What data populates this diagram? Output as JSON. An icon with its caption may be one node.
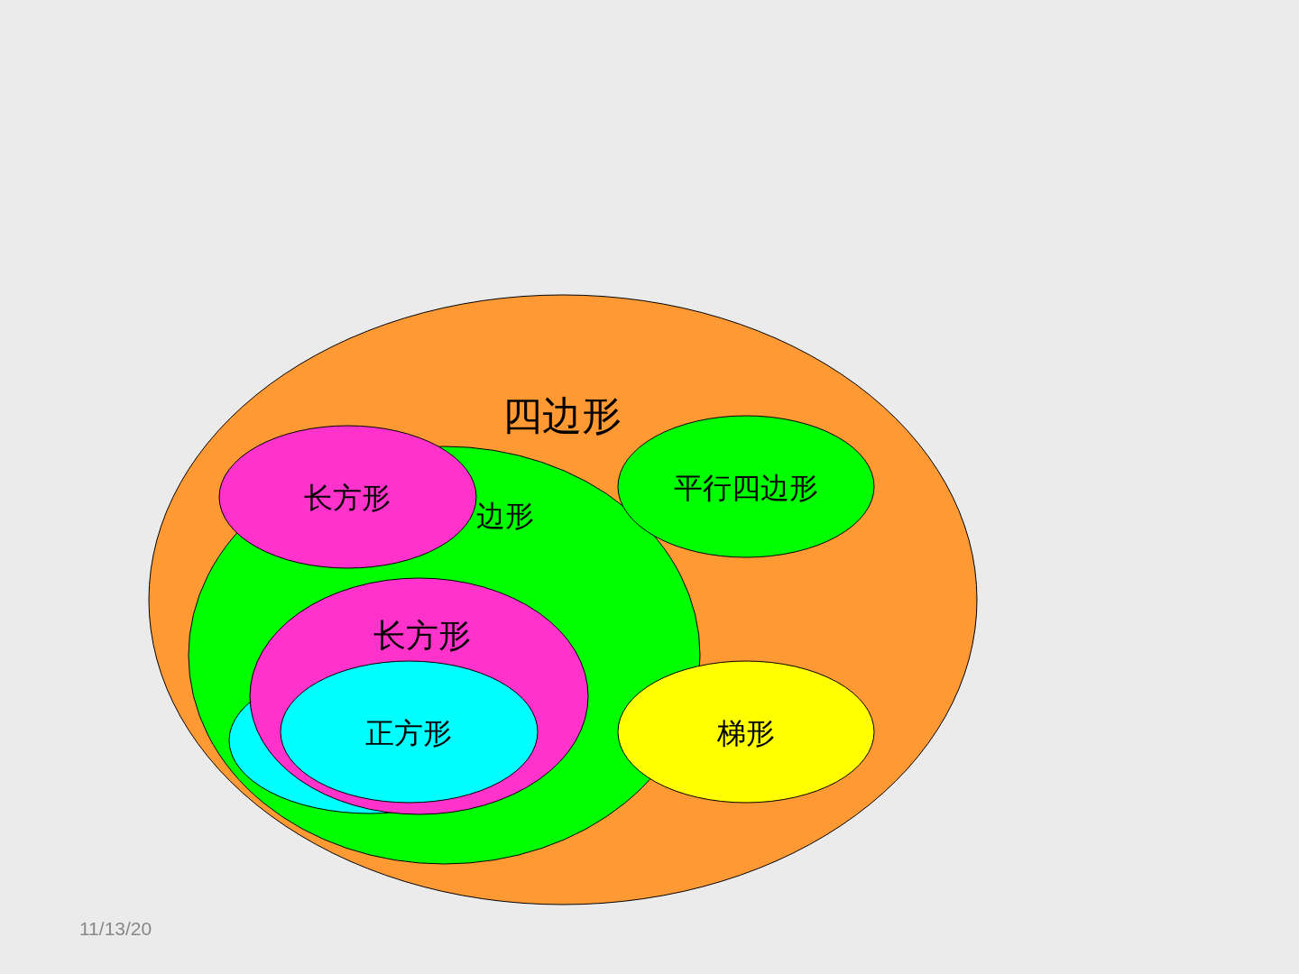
{
  "diagram": {
    "nodes": [
      {
        "text": [
          "四边形"
        ]
      },
      {
        "text": [
          "边形"
        ],
        "in": 0
      },
      {
        "text": [
          "长方形"
        ],
        "in": 0
      },
      {
        "text": [],
        "shape": "circle",
        "in": 1
      },
      {
        "text": [
          "长方形"
        ],
        "in": 1
      },
      {
        "text": [
          "正方形"
        ],
        "in": 4
      },
      {
        "text": [
          "平行四边形"
        ],
        "in": 0
      },
      {
        "text": [
          "梯形"
        ],
        "in": 0
      }
    ],
    "labels": [
      "11/13/20"
    ]
  }
}
